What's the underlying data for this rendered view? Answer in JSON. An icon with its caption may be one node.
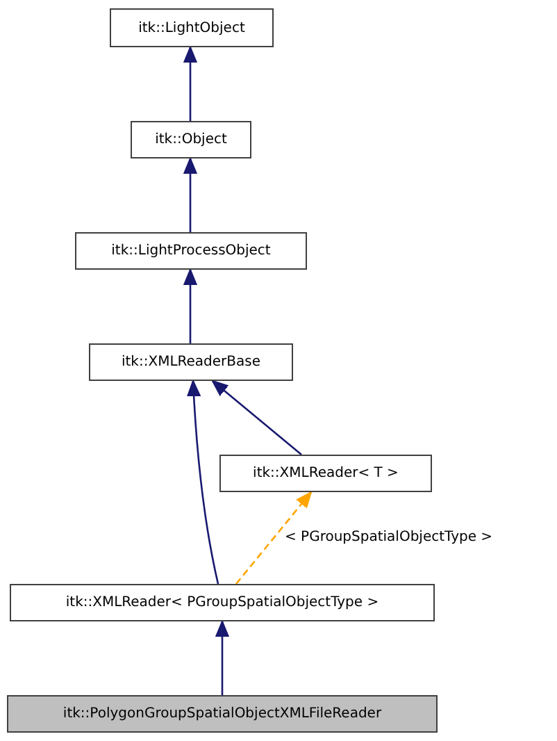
{
  "diagram": {
    "nodes": [
      {
        "text": [
          "itk::LightObject"
        ]
      },
      {
        "text": [
          "itk::Object"
        ]
      },
      {
        "text": [
          "itk::LightProcessObject"
        ]
      },
      {
        "text": [
          "itk::XMLReaderBase"
        ]
      },
      {
        "text": [
          "itk::XMLReader< T >"
        ]
      },
      {
        "text": [
          "itk::XMLReader< PGroupSpatialObjectType >"
        ]
      },
      {
        "text": [
          "itk::PolygonGroupSpatialObjectXMLFileReader"
        ]
      }
    ],
    "edges": [
      {
        "from": 1,
        "to": 0,
        "arrow": "to"
      },
      {
        "from": 2,
        "to": 1,
        "arrow": "to"
      },
      {
        "from": 3,
        "to": 2,
        "arrow": "to"
      },
      {
        "from": 4,
        "to": 3,
        "arrow": "to"
      },
      {
        "from": 5,
        "to": 3,
        "arrow": "to"
      },
      {
        "from": 5,
        "to": 4,
        "arrow": "to",
        "label": "< PGroupSpatialObjectType >",
        "style": "dashed",
        "color": "#ffa500"
      },
      {
        "from": 6,
        "to": 5,
        "arrow": "to"
      }
    ]
  }
}
